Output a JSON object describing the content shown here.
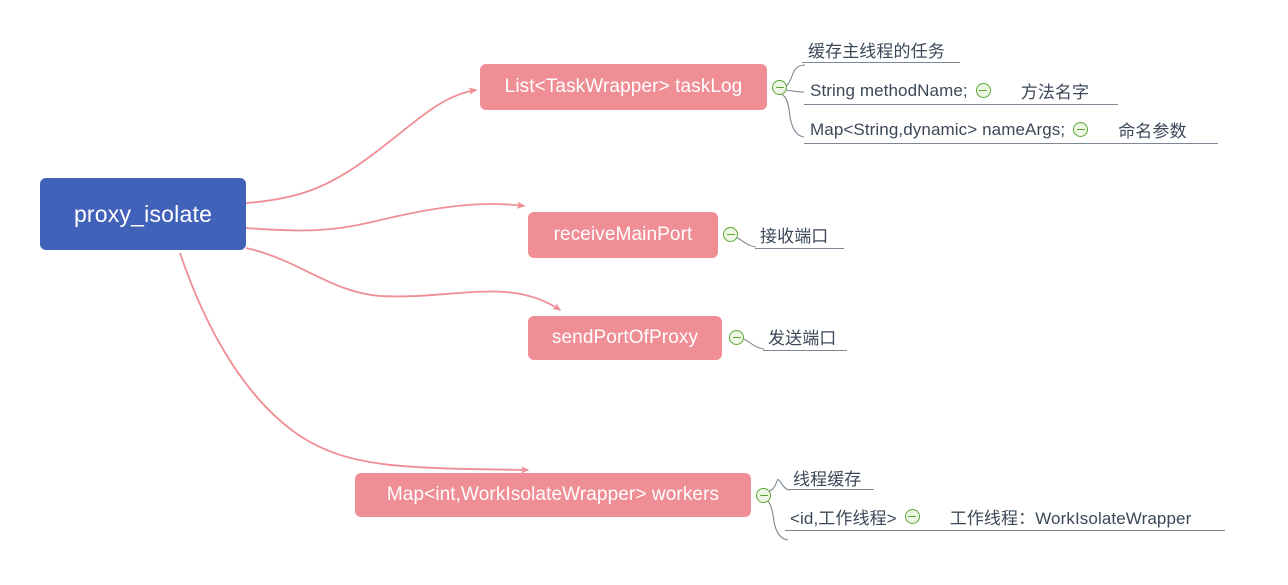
{
  "diagram": {
    "type": "mind-map",
    "title": "proxy_isolate",
    "colors": {
      "root_fill": "#4262ba",
      "branch_fill": "#ef8e95",
      "connector": "#ef8e95",
      "leaf_text": "#3c4858",
      "toggle_stroke": "#5aa832",
      "underline": "#7d8794",
      "background": "#ffffff"
    },
    "root": {
      "label": "proxy_isolate"
    },
    "branches": [
      {
        "id": "tasklog",
        "label": "List<TaskWrapper> taskLog",
        "toggle_icon": "collapse-minus-icon",
        "children": [
          {
            "text": "缓存主线程的任务",
            "note": "",
            "toggle_icon": ""
          },
          {
            "text": "String methodName;",
            "note": "方法名字",
            "toggle_icon": "collapse-minus-icon"
          },
          {
            "text": "Map<String,dynamic> nameArgs;",
            "note": "命名参数",
            "toggle_icon": "collapse-minus-icon"
          }
        ]
      },
      {
        "id": "receive-main-port",
        "label": "receiveMainPort",
        "toggle_icon": "collapse-minus-icon",
        "children": [
          {
            "text": "接收端口",
            "note": "",
            "toggle_icon": ""
          }
        ]
      },
      {
        "id": "send-port-of-proxy",
        "label": "sendPortOfProxy",
        "toggle_icon": "collapse-minus-icon",
        "children": [
          {
            "text": "发送端口",
            "note": "",
            "toggle_icon": ""
          }
        ]
      },
      {
        "id": "workers",
        "label": "Map<int,WorkIsolateWrapper> workers",
        "toggle_icon": "collapse-minus-icon",
        "children": [
          {
            "text": "线程缓存",
            "note": "",
            "toggle_icon": ""
          },
          {
            "text": "<id,工作线程>",
            "note": "工作线程：WorkIsolateWrapper",
            "toggle_icon": "collapse-minus-icon"
          }
        ]
      }
    ]
  }
}
